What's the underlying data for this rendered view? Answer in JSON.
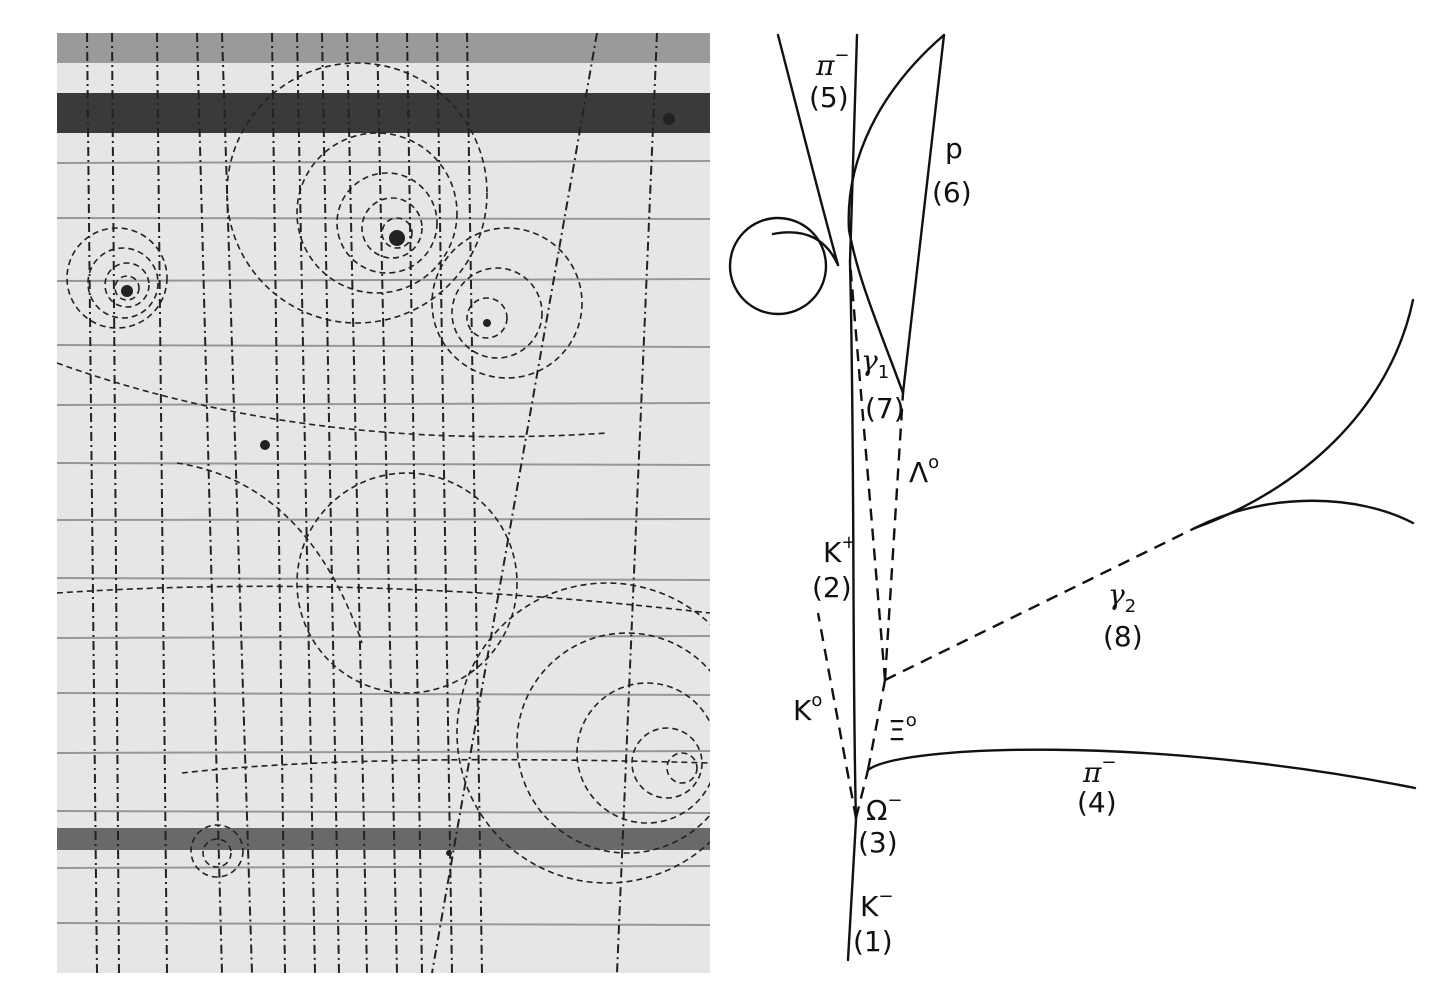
{
  "particles": [
    {
      "id": "k_minus",
      "symbol": "K",
      "sup": "−",
      "number": "(1)"
    },
    {
      "id": "k_plus",
      "symbol": "K",
      "sup": "+",
      "number": "(2)"
    },
    {
      "id": "omega_minus",
      "symbol": "Ω",
      "sup": "−",
      "number": "(3)"
    },
    {
      "id": "pi_minus_4",
      "symbol": "π",
      "sup": "−",
      "number": "(4)"
    },
    {
      "id": "pi_minus_5",
      "symbol": "π",
      "sup": "−",
      "number": "(5)"
    },
    {
      "id": "proton",
      "symbol": "p",
      "sup": "",
      "number": "(6)"
    },
    {
      "id": "gamma_1",
      "symbol": "γ",
      "sub": "1",
      "number": "(7)"
    },
    {
      "id": "gamma_2",
      "symbol": "γ",
      "sub": "2",
      "number": "(8)"
    },
    {
      "id": "lambda_0",
      "symbol": "Λ",
      "sup": "o",
      "number": ""
    },
    {
      "id": "xi_0",
      "symbol": "Ξ",
      "sup": "o",
      "number": ""
    },
    {
      "id": "k_0",
      "symbol": "K",
      "sup": "o",
      "number": ""
    }
  ],
  "colors": {
    "ink": "#111111",
    "photo_bg": "#e4e4e4",
    "paper": "#ffffff"
  }
}
